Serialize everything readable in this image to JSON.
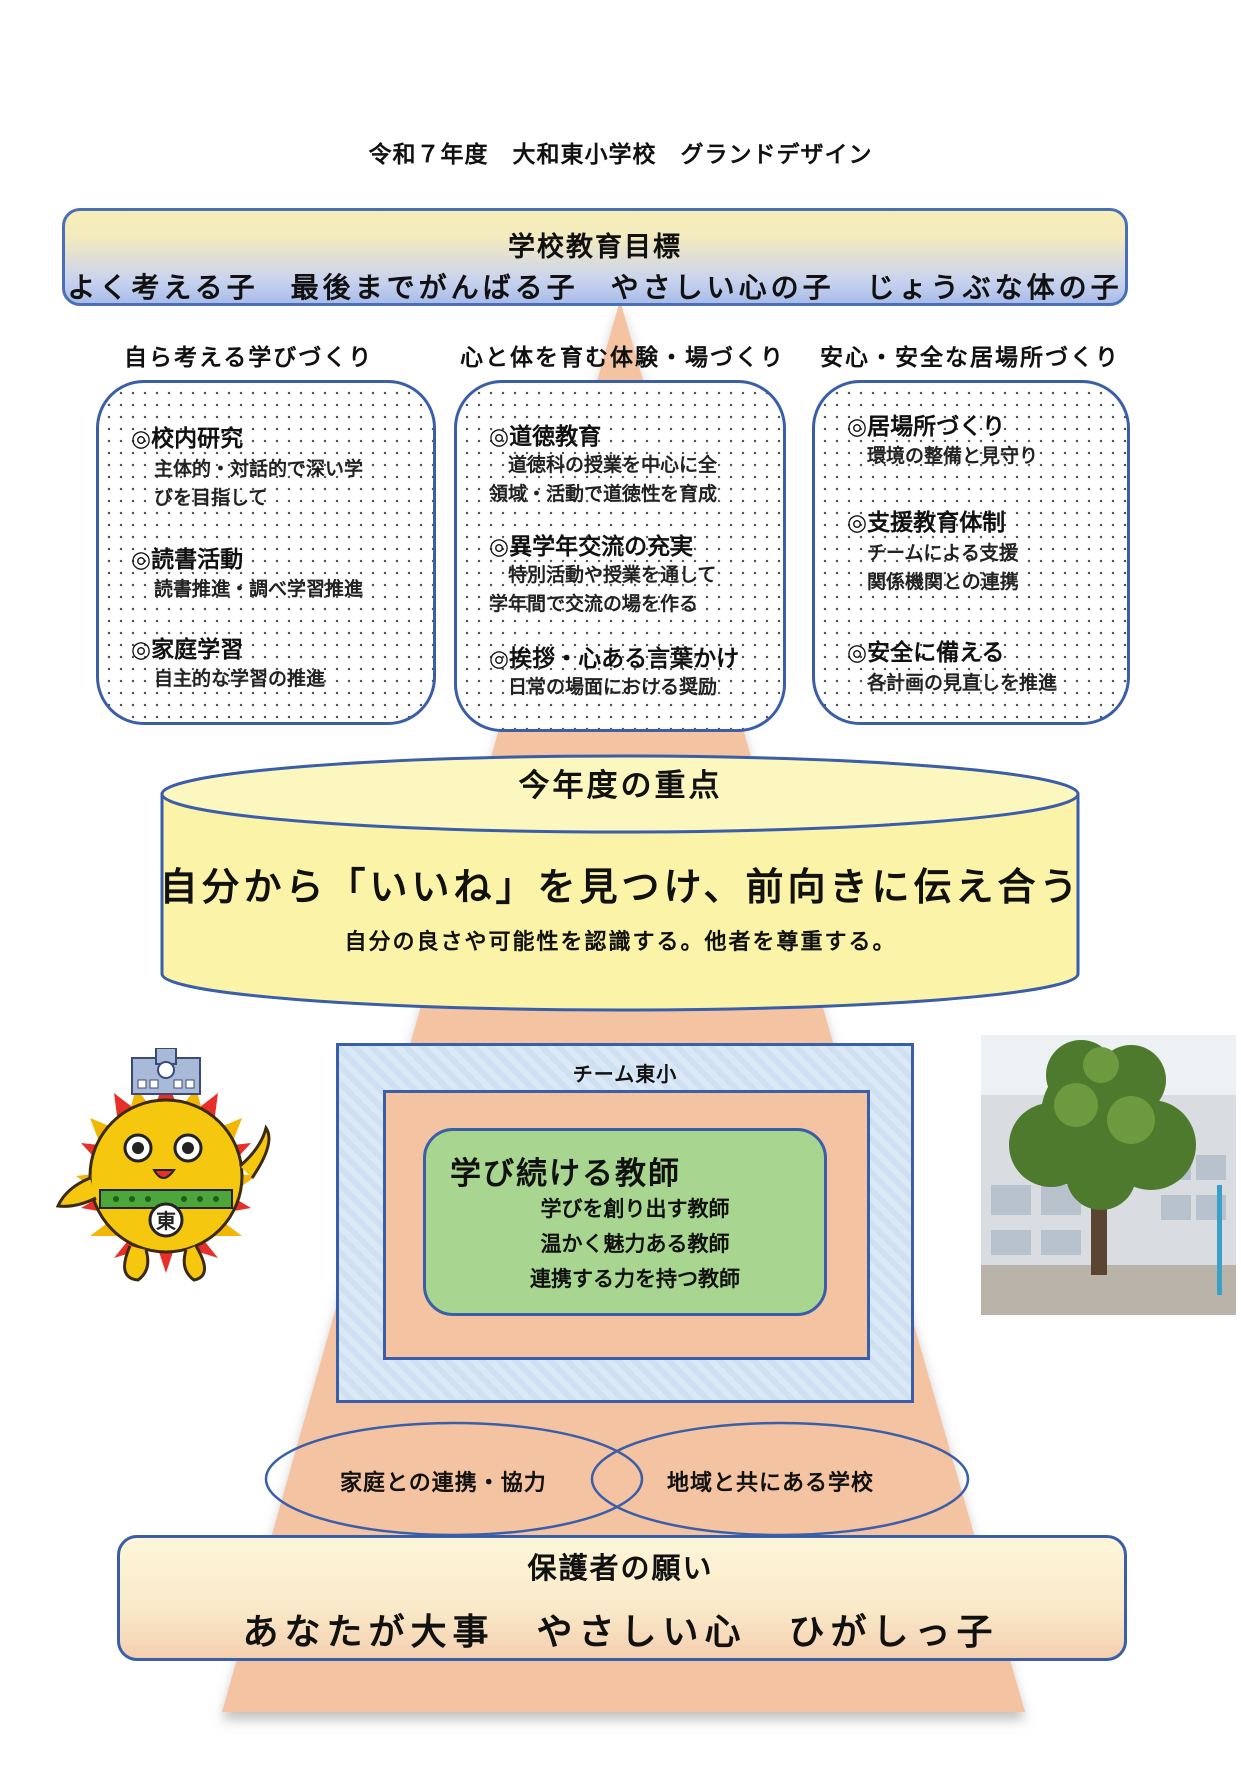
{
  "page_title": "令和７年度　大和東小学校　グランドデザイン",
  "goal": {
    "title": "学校教育目標",
    "text": "よく考える子　最後までがんばる子　やさしい心の子　じょうぶな体の子"
  },
  "columns": [
    {
      "heading": "自ら考える学びづくり",
      "items": [
        {
          "title": "◎校内研究",
          "text": "主体的・対話的で深い学\nびを目指して"
        },
        {
          "title": "◎読書活動",
          "text": "読書推進・調べ学習推進"
        },
        {
          "title": "◎家庭学習",
          "text": "自主的な学習の推進"
        }
      ]
    },
    {
      "heading": "心と体を育む体験・場づくり",
      "items": [
        {
          "title": "◎道徳教育",
          "text": "　道徳科の授業を中心に全\n領域・活動で道徳性を育成"
        },
        {
          "title": "◎異学年交流の充実",
          "text": "　特別活動や授業を通して\n学年間で交流の場を作る"
        },
        {
          "title": "◎挨拶・心ある言葉かけ",
          "text": "　日常の場面における奨励"
        }
      ]
    },
    {
      "heading": "安心・安全な居場所づくり",
      "items": [
        {
          "title": "◎居場所づくり",
          "text": "環境の整備と見守り"
        },
        {
          "title": "◎支援教育体制",
          "text": "チームによる支援\n関係機関との連携"
        },
        {
          "title": "◎安全に備える",
          "text": "各計画の見直しを推進"
        }
      ]
    }
  ],
  "focus": {
    "title": "今年度の重点",
    "main": "自分から「いいね」を見つけ、前向きに伝え合う",
    "sub": "自分の良さや可能性を認識する。他者を尊重する。"
  },
  "team": {
    "label": "チーム東小",
    "title": "学び続ける教師",
    "items": [
      "学びを創り出す教師",
      "温かく魅力ある教師",
      "連携する力を持つ教師"
    ]
  },
  "partnership": {
    "left": "家庭との連携・協力",
    "right": "地域と共にある学校"
  },
  "wish": {
    "title": "保護者の願い",
    "text": "あなたが大事　やさしい心　ひがしっ子"
  },
  "mascot": {
    "emblem": "東"
  },
  "colors": {
    "pyramid": "#f4c3a2",
    "border_blue": "#3b5ea8",
    "cylinder_yellow": "#fbf3a8",
    "green": "#a8d58f"
  }
}
